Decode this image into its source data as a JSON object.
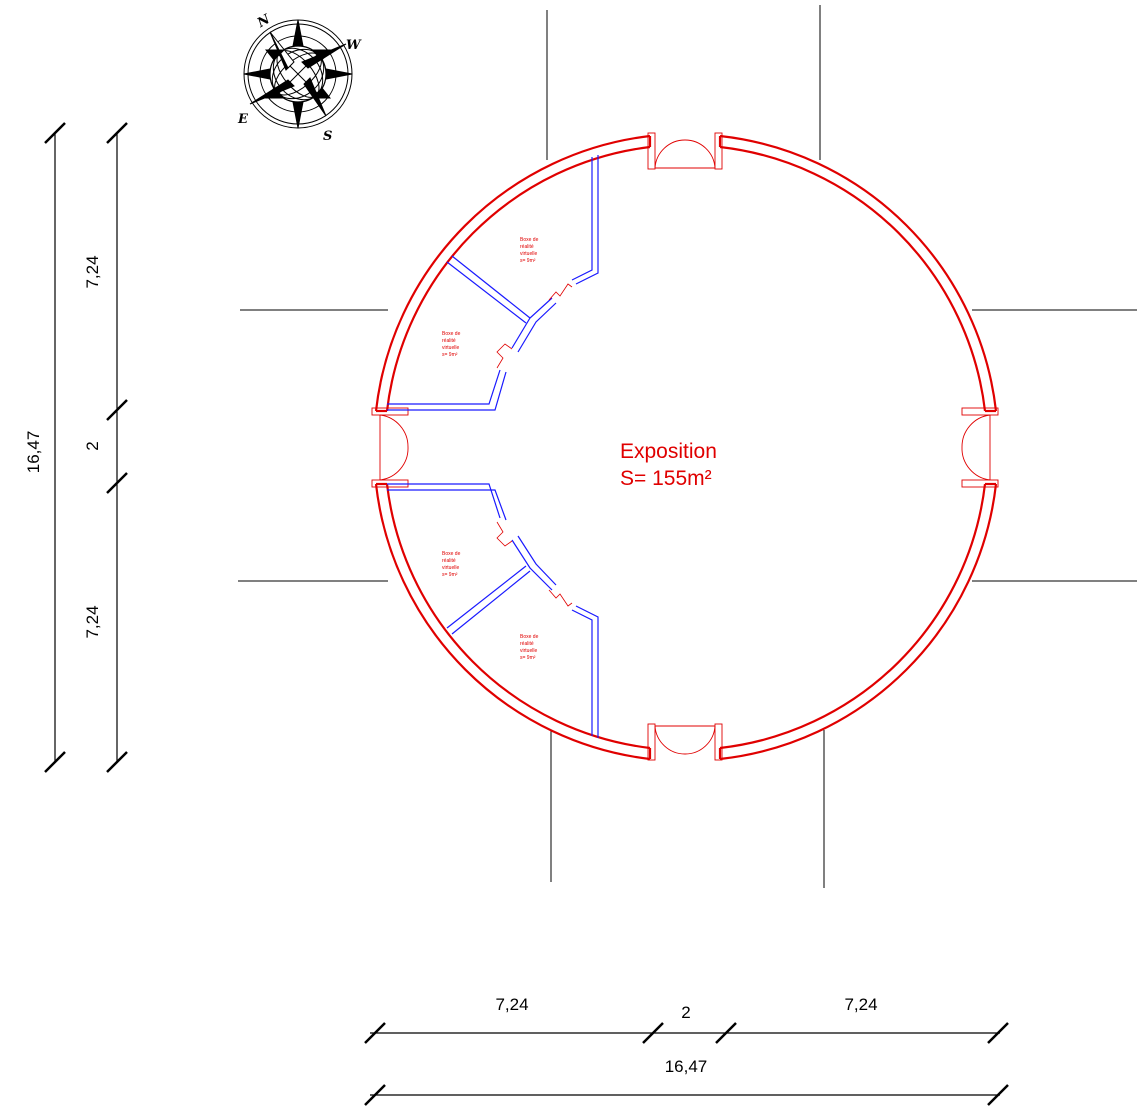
{
  "plan": {
    "room": {
      "name": "Exposition",
      "area": "S= 155m²"
    },
    "boxes": [
      {
        "lines": [
          "Boxe de",
          "réalité",
          "virtuelle",
          "s= 9m²"
        ]
      },
      {
        "lines": [
          "Boxe de",
          "réalité",
          "virtuelle",
          "s= 9m²"
        ]
      },
      {
        "lines": [
          "Boxe de",
          "réalité",
          "virtuelle",
          "s= 9m²"
        ]
      },
      {
        "lines": [
          "Boxe de",
          "réalité",
          "virtuelle",
          "s= 9m²"
        ]
      }
    ],
    "dimensions": {
      "left_total": "16,47",
      "left_top": "7,24",
      "left_mid": "2",
      "left_bottom": "7,24",
      "bottom_left": "7,24",
      "bottom_mid": "2",
      "bottom_right": "7,24",
      "bottom_total": "16,47"
    },
    "compass": {
      "north": "N",
      "west": "W",
      "east": "E",
      "south": "S"
    },
    "colors": {
      "walls": "#e00000",
      "partitions": "#1a1aff",
      "lines": "#000000"
    }
  }
}
